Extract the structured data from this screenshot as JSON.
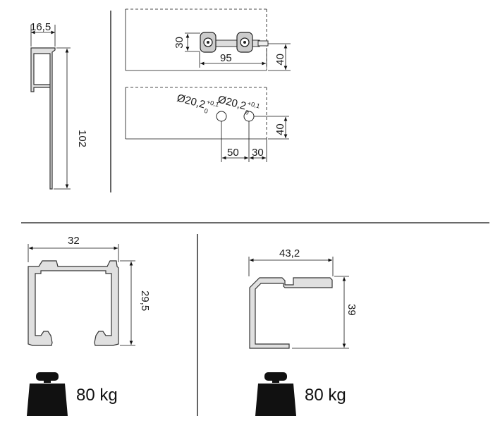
{
  "top_left": {
    "width_label": "16,5",
    "height_label": "102"
  },
  "top_right_upper": {
    "height_label": "30",
    "span_label": "95",
    "side_label": "40"
  },
  "top_right_lower": {
    "hole1_label": "Ø20,2",
    "hole1_sup": "+0,1",
    "hole1_sub": "0",
    "hole2_label": "Ø20,2",
    "hole2_sup": "+0,1",
    "hole2_sub": "0",
    "side_label": "40",
    "dist1_label": "50",
    "dist2_label": "30"
  },
  "bottom_left": {
    "width_label": "32",
    "height_label": "29,5",
    "weight_label": "80 kg",
    "weight_icon": "weight-icon"
  },
  "bottom_right": {
    "width_label": "43,2",
    "height_label": "39",
    "weight_label": "80 kg",
    "weight_icon": "weight-icon"
  }
}
